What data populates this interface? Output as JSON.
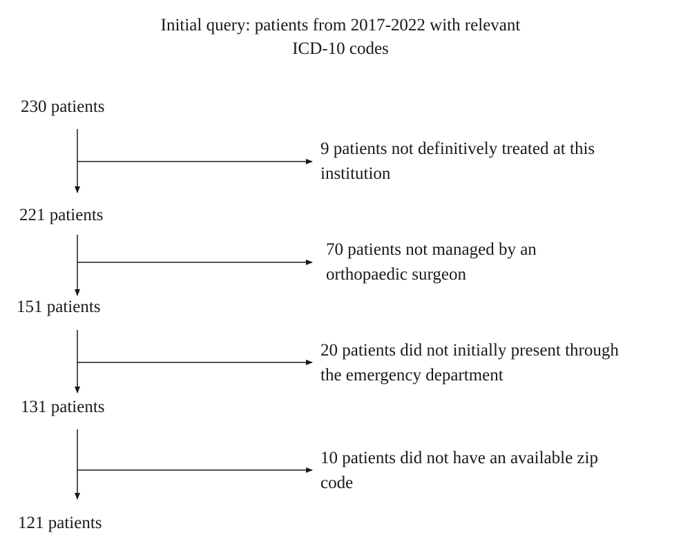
{
  "title": {
    "line1": "Initial query: patients from 2017-2022 with relevant",
    "line2": "ICD-10 codes"
  },
  "counts": [
    "230 patients",
    "221 patients",
    "151 patients",
    "131 patients",
    "121 patients"
  ],
  "exclusions": [
    {
      "line1": "9 patients not definitively treated at this",
      "line2": "institution"
    },
    {
      "line1": "70 patients not managed by an",
      "line2": "orthopaedic surgeon"
    },
    {
      "line1": "20 patients did not initially present through",
      "line2": "the emergency department"
    },
    {
      "line1": "10 patients did not have an available zip",
      "line2": "code"
    }
  ],
  "colors": {
    "line": "#1a1a1a",
    "text": "#1a1a1a",
    "background": "#ffffff"
  }
}
